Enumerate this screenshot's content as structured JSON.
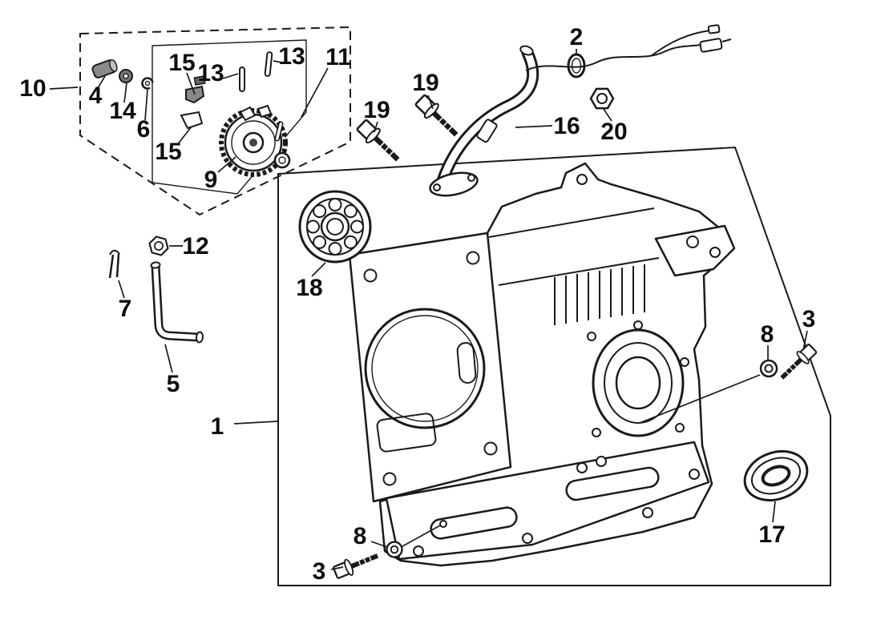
{
  "figure": {
    "kind": "exploded parts diagram",
    "subject": "engine crankcase and cylinder block assembly",
    "background": "#ffffff",
    "line_color": "#1a1a1a"
  },
  "callouts": [
    {
      "id": "callout-10",
      "label": "10"
    },
    {
      "id": "callout-4",
      "label": "4"
    },
    {
      "id": "callout-14",
      "label": "14"
    },
    {
      "id": "callout-6",
      "label": "6"
    },
    {
      "id": "callout-15-a",
      "label": "15"
    },
    {
      "id": "callout-13-a",
      "label": "13"
    },
    {
      "id": "callout-13-b",
      "label": "13"
    },
    {
      "id": "callout-11",
      "label": "11"
    },
    {
      "id": "callout-15-b",
      "label": "15"
    },
    {
      "id": "callout-9",
      "label": "9"
    },
    {
      "id": "callout-2",
      "label": "2"
    },
    {
      "id": "callout-19-a",
      "label": "19"
    },
    {
      "id": "callout-19-b",
      "label": "19"
    },
    {
      "id": "callout-16",
      "label": "16"
    },
    {
      "id": "callout-20",
      "label": "20"
    },
    {
      "id": "callout-12",
      "label": "12"
    },
    {
      "id": "callout-7",
      "label": "7"
    },
    {
      "id": "callout-5",
      "label": "5"
    },
    {
      "id": "callout-18",
      "label": "18"
    },
    {
      "id": "callout-1",
      "label": "1"
    },
    {
      "id": "callout-8-right",
      "label": "8"
    },
    {
      "id": "callout-3-right",
      "label": "3"
    },
    {
      "id": "callout-17",
      "label": "17"
    },
    {
      "id": "callout-8-bottom",
      "label": "8"
    },
    {
      "id": "callout-3-bottom",
      "label": "3"
    }
  ]
}
